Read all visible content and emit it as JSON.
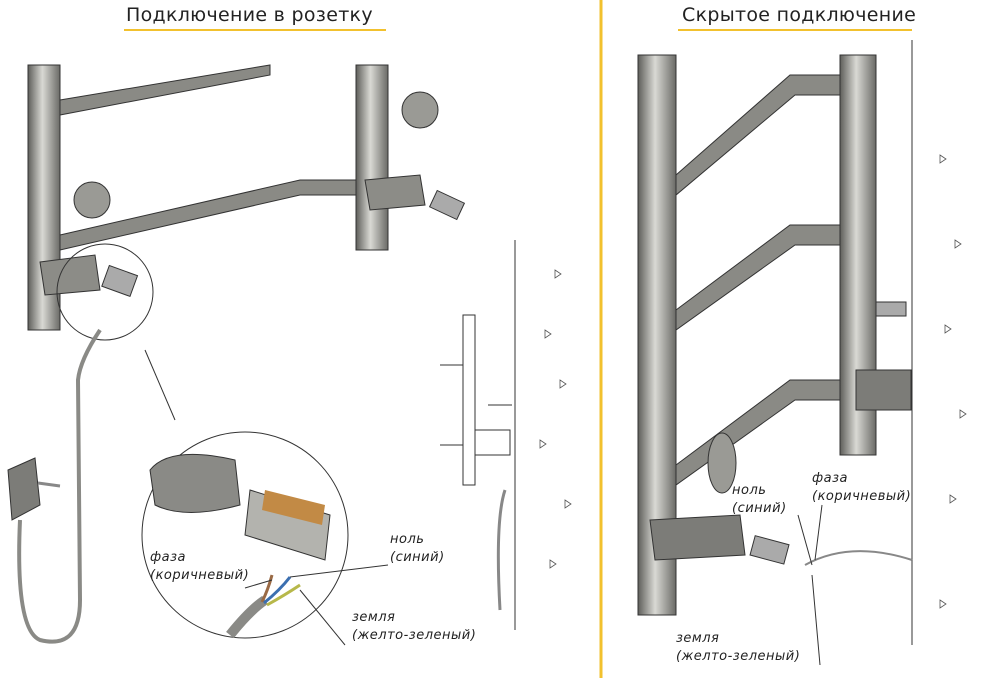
{
  "left_panel": {
    "title": "Подключение в розетку",
    "labels": {
      "phase": "фаза",
      "phase_color": "(коричневый)",
      "neutral": "ноль",
      "neutral_color": "(синий)",
      "ground": "земля",
      "ground_color": "(желто-зеленый)"
    }
  },
  "right_panel": {
    "title": "Скрытое подключение",
    "labels": {
      "neutral": "ноль",
      "neutral_color": "(синий)",
      "phase": "фаза",
      "phase_color": "(коричневый)",
      "ground": "земля",
      "ground_color": "(желто-зеленый)"
    }
  },
  "colors": {
    "accent": "#f2c12e",
    "pipe": "#7d7d78",
    "phase_wire": "#9a6a45",
    "neutral_wire": "#3b6fb0",
    "ground_wire": "#b7b84a"
  }
}
